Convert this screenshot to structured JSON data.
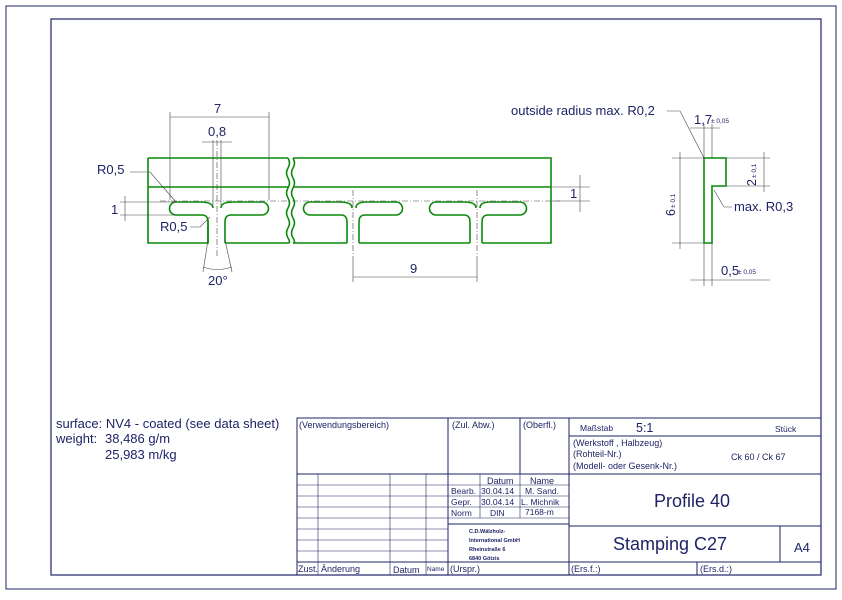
{
  "drawing": {
    "dimensions": {
      "pitch_width": "7",
      "slot_width": "0,8",
      "radius_top": "R0,5",
      "radius_bottom": "R0,5",
      "slot_height": "1",
      "right_offset": "1",
      "angle": "20°",
      "pitch": "9"
    },
    "side_view": {
      "outside_radius_note": "outside radius max. R0,2",
      "thickness_top": "1,7",
      "thickness_top_tol": "± 0,05",
      "flange": "2",
      "flange_tol": "± 0,1",
      "height": "6",
      "height_tol": "± 0,1",
      "inner_radius_note": "max. R0,3",
      "thickness_bottom": "0,5",
      "thickness_bottom_tol": "± 0,05"
    }
  },
  "notes": {
    "surface": "surface: NV4 - coated (see data sheet)",
    "weight_label": "weight:",
    "weight_gm": "38,486 g/m",
    "weight_mkg": "25,983 m/kg"
  },
  "title_block": {
    "verwendungsbereich": "(Verwendungsbereich)",
    "zul_abw": "(Zul. Abw.)",
    "oberfl": "(Oberfl.)",
    "massstab_label": "Maßstab",
    "massstab_value": "5:1",
    "stueck": "Stück",
    "werkstoff": "(Werkstoff , Halbzeug)",
    "rohteil": "(Rohteil-Nr.)",
    "modell": "(Modell- oder Gesenk-Nr.)",
    "material": "Ck 60 / Ck 67",
    "datum_header": "Datum",
    "name_header": "Name",
    "bearb_label": "Bearb.",
    "bearb_date": "30.04.14",
    "bearb_name": "M. Sand.",
    "gepr_label": "Gepr.",
    "gepr_date": "30.04.14",
    "gepr_name": "L. Michnik",
    "norm_label": "Norm",
    "norm_value": "DIN",
    "number": "7168-m",
    "company_line1": "C.D.Wälzholz-",
    "company_line2": "International GmbH",
    "company_line3": "Rheinstraße 6",
    "company_line4": "6840 Götzis",
    "title": "Profile 40",
    "subtitle": "Stamping C27",
    "format": "A4",
    "zust": "Zust.",
    "aenderung": "Änderung",
    "datum": "Datum",
    "name": "Name",
    "urspr": "(Urspr.)",
    "ersf": "(Ers.f.:)",
    "ersd": "(Ers.d.:)"
  }
}
